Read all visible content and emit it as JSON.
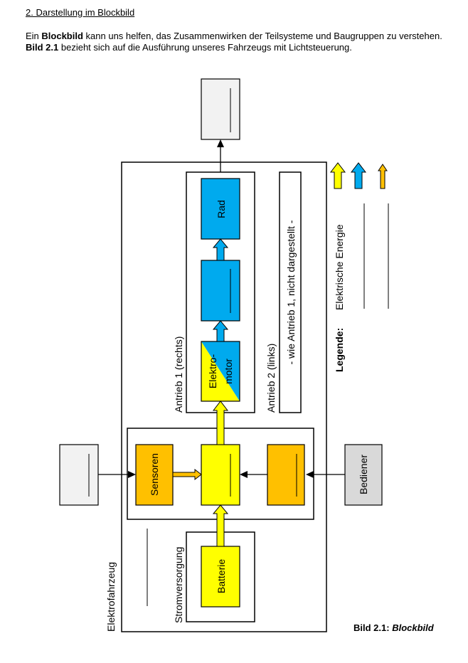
{
  "section": {
    "heading": "2. Darstellung im Blockbild"
  },
  "intro": {
    "p1": "Ein ",
    "term": "Blockbild",
    "p2": " kann uns helfen, das Zusammenwirken der Teilsysteme und Baugruppen zu verstehen. ",
    "ref": "Bild 2.1",
    "p3": " bezieht sich auf die Ausführung unseres Fahrzeugs mit Lichtsteuerung."
  },
  "diagram": {
    "vehicle_label": "Elektrofahrzeug",
    "drive1_label": "Antrieb 1 (rechts)",
    "drive2_label": "Antrieb 2 (links)",
    "drive2_note": "- wie Antrieb 1, nicht dargestellt -",
    "power_label": "Stromversorgung",
    "blocks": {
      "rad": "Rad",
      "motor_line1": "Elektro-",
      "motor_line2": "motor",
      "sensoren": "Sensoren",
      "batterie": "Batterie",
      "bediener": "Bediener"
    },
    "legend": {
      "title": "Legende:",
      "electric": "Elektrische Energie"
    },
    "colors": {
      "electric": "#ffff00",
      "mechanical": "#00aaee",
      "info": "#ffc000",
      "external": "#f2f2f2",
      "operator": "#d9d9d9"
    }
  },
  "caption": {
    "prefix": "Bild 2.1:",
    "title": "Blockbild"
  }
}
